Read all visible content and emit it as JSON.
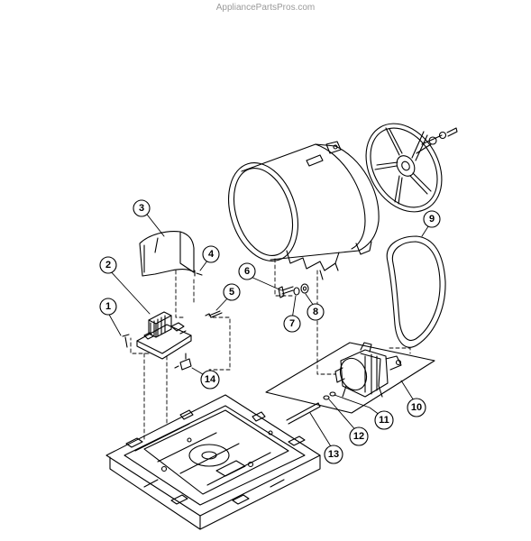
{
  "watermark": "AppliancePartsPros.com",
  "callouts": [
    {
      "id": "1",
      "label": "1"
    },
    {
      "id": "2",
      "label": "2"
    },
    {
      "id": "3",
      "label": "3"
    },
    {
      "id": "4",
      "label": "4"
    },
    {
      "id": "5",
      "label": "5"
    },
    {
      "id": "6",
      "label": "6"
    },
    {
      "id": "7",
      "label": "7"
    },
    {
      "id": "8",
      "label": "8"
    },
    {
      "id": "9",
      "label": "9"
    },
    {
      "id": "10",
      "label": "10"
    },
    {
      "id": "11",
      "label": "11"
    },
    {
      "id": "12",
      "label": "12"
    },
    {
      "id": "13",
      "label": "13"
    },
    {
      "id": "14",
      "label": "14"
    }
  ]
}
